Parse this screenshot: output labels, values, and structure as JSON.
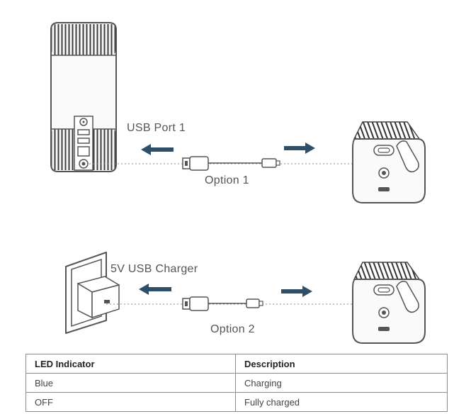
{
  "option1": {
    "port_label": "USB Port 1",
    "option_label": "Option 1"
  },
  "option2": {
    "charger_label": "5V USB Charger",
    "option_label": "Option 2"
  },
  "icons": {
    "hub": "homebase-device-icon",
    "camera": "battery-camera-icon",
    "cable": "usb-cable-icon",
    "charger": "wall-charger-icon",
    "arrow": "arrow-icon"
  },
  "colors": {
    "arrow": "#2f4f68",
    "outline": "#555555"
  },
  "table": {
    "headers": [
      "LED Indicator",
      "Description"
    ],
    "rows": [
      [
        "Blue",
        "Charging"
      ],
      [
        "OFF",
        "Fully charged"
      ]
    ]
  }
}
